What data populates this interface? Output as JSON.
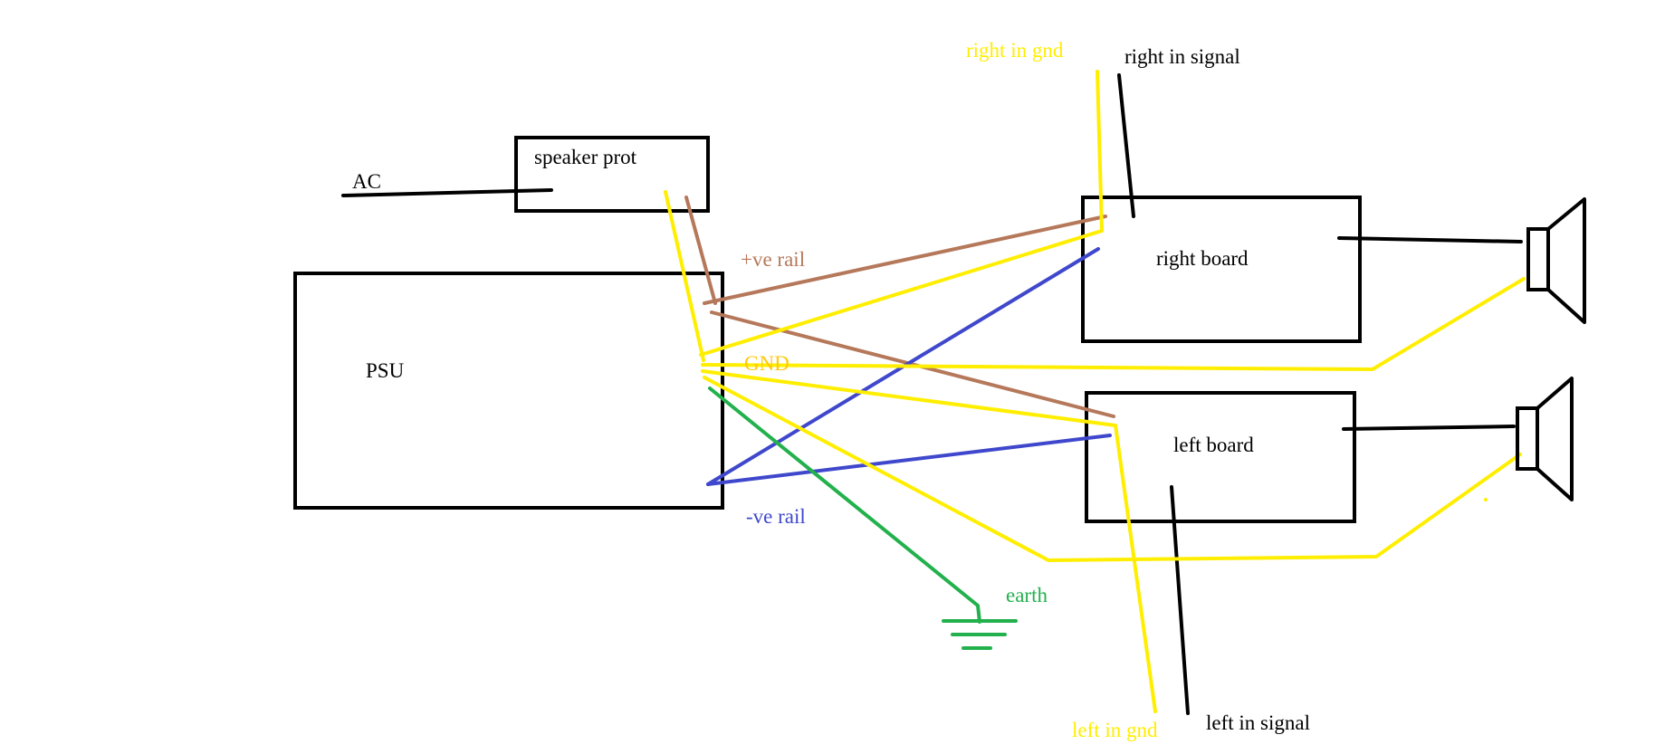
{
  "colors": {
    "black": "#000000",
    "yellow": "#ffee00",
    "brown": "#b5785a",
    "blue": "#3f48cc",
    "green": "#22b14c",
    "gnd_label": "#ffc90e"
  },
  "labels": {
    "ac": "AC",
    "speaker_prot": "speaker prot",
    "psu": "PSU",
    "pos_rail": "+ve rail",
    "gnd": "GND",
    "neg_rail": "-ve rail",
    "earth": "earth",
    "right_in_gnd": "right in gnd",
    "right_in_signal": "right in signal",
    "right_board": "right board",
    "left_board": "left board",
    "left_in_gnd": "left in gnd",
    "left_in_signal": "left in signal"
  },
  "icons": {
    "earth_symbol": "ground-symbol-icon",
    "right_speaker": "speaker-icon",
    "left_speaker": "speaker-icon"
  }
}
